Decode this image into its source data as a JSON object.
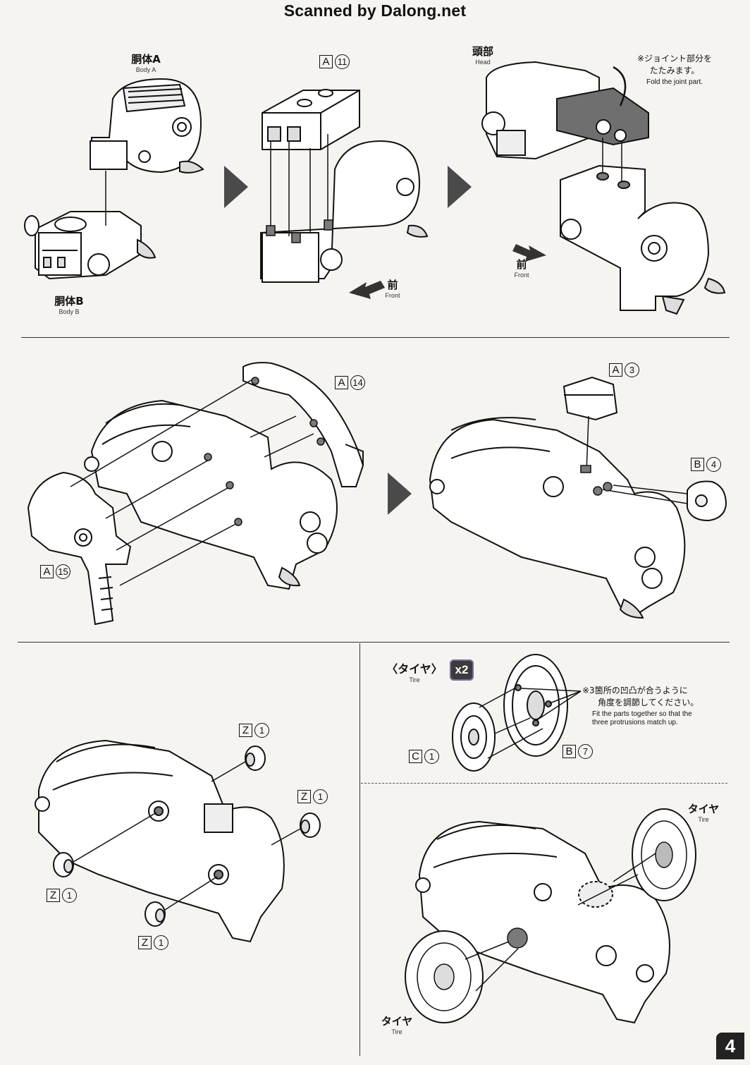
{
  "watermark": "Scanned by Dalong.net",
  "page_number": "4",
  "colors": {
    "ink": "#111111",
    "gray_part": "#7a7a7a",
    "arrow": "#3a3a3a",
    "badge_bg": "#3b3b3b"
  },
  "step1": {
    "body_a": {
      "jp": "胴体A",
      "en": "Body A"
    },
    "body_b": {
      "jp": "胴体B",
      "en": "Body B"
    },
    "part_a11": {
      "letter": "A",
      "number": "11"
    },
    "front_1": {
      "jp": "前",
      "en": "Front"
    },
    "head": {
      "jp": "頭部",
      "en": "Head"
    },
    "note": {
      "jp_line1": "※ジョイント部分を",
      "jp_line2": "たたみます。",
      "en": "Fold the joint part."
    },
    "front_2": {
      "jp": "前",
      "en": "Front"
    }
  },
  "step2": {
    "part_a14": {
      "letter": "A",
      "number": "14"
    },
    "part_a15": {
      "letter": "A",
      "number": "15"
    },
    "part_a3": {
      "letter": "A",
      "number": "3"
    },
    "part_b4": {
      "letter": "B",
      "number": "4"
    }
  },
  "step3": {
    "part_z1": {
      "letter": "Z",
      "number": "1"
    }
  },
  "tire": {
    "title_jp": "〈タイヤ〉",
    "title_en": "Tire",
    "multiplier": "x2",
    "note": {
      "jp_line1": "※3箇所の凹凸が合うように",
      "jp_line2": "角度を調節してください。",
      "en_line1": "Fit the parts together so that the",
      "en_line2": "three protrusions match up."
    },
    "part_c1": {
      "letter": "C",
      "number": "1"
    },
    "part_b7": {
      "letter": "B",
      "number": "7"
    }
  },
  "step4": {
    "tire_top": {
      "jp": "タイヤ",
      "en": "Tire"
    },
    "tire_bottom": {
      "jp": "タイヤ",
      "en": "Tire"
    }
  }
}
